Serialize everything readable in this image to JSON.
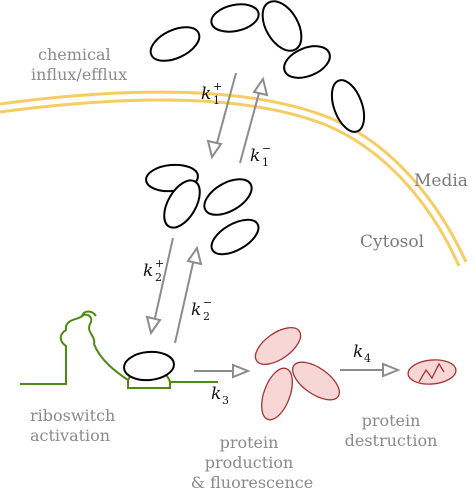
{
  "labels": {
    "chemical_line1": "chemical",
    "chemical_line2": "influx/efflux",
    "media": "Media",
    "cytosol": "Cytosol",
    "riboswitch_line1": "riboswitch",
    "riboswitch_line2": "activation",
    "production_line1": "protein",
    "production_line2": "production",
    "production_line3": "& fluorescence",
    "destruction_line1": "protein",
    "destruction_line2": "destruction"
  },
  "rates": {
    "k1_plus": {
      "base": "k",
      "sub": "1",
      "sup": "+"
    },
    "k1_minus": {
      "base": "k",
      "sub": "1",
      "sup": "−"
    },
    "k2_plus": {
      "base": "k",
      "sub": "2",
      "sup": "+"
    },
    "k2_minus": {
      "base": "k",
      "sub": "2",
      "sup": "−"
    },
    "k3": {
      "base": "k",
      "sub": "3"
    },
    "k4": {
      "base": "k",
      "sub": "4"
    }
  },
  "colors": {
    "membrane": "#f5cd64",
    "riboswitch": "#4f8a12",
    "protein_fill": "#f7d6d6",
    "protein_stroke": "#a83232",
    "arrow": "#8c8c8c",
    "label_text": "#8a8a8a"
  }
}
